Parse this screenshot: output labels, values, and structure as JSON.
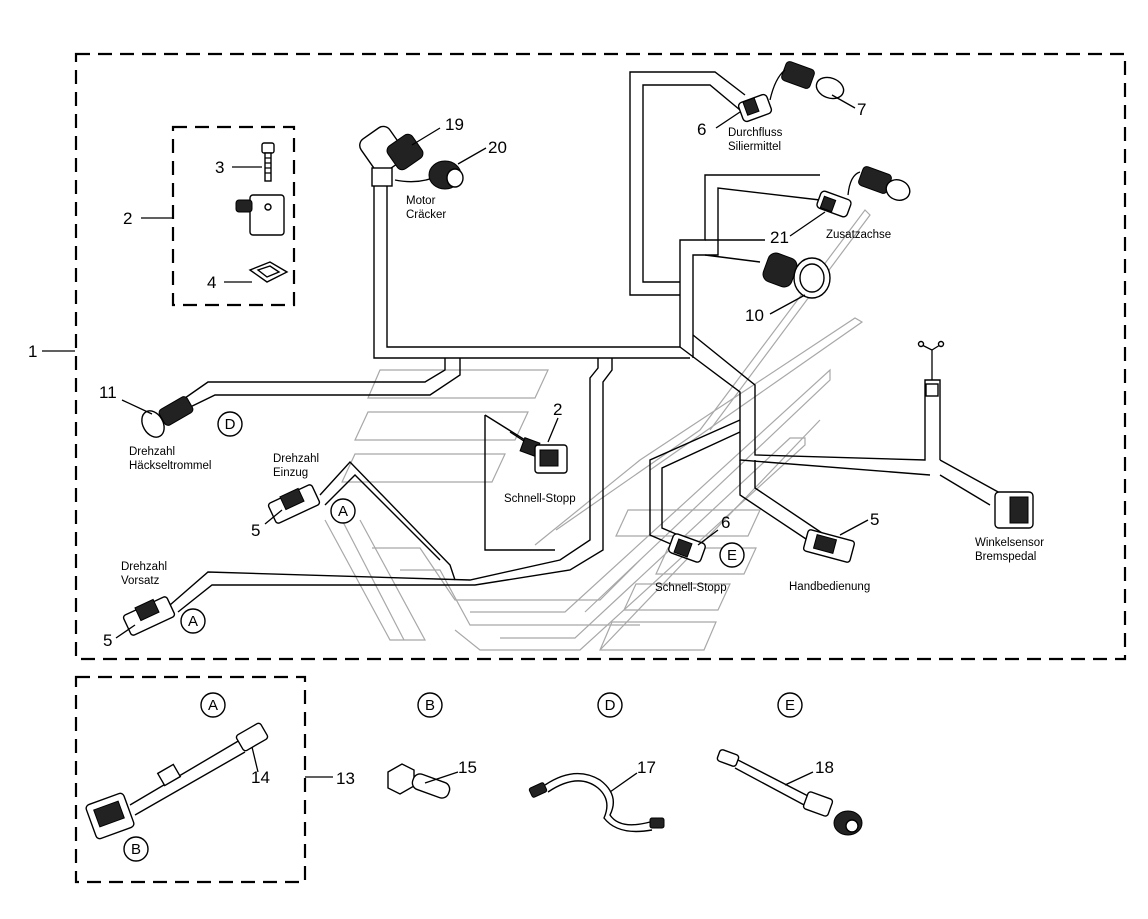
{
  "callouts": {
    "n1": "1",
    "n2": "2",
    "n2b": "2",
    "n3": "3",
    "n4": "4",
    "n5a": "5",
    "n5b": "5",
    "n5c": "5",
    "n6a": "6",
    "n6b": "6",
    "n7": "7",
    "n10": "10",
    "n11": "11",
    "n13": "13",
    "n14": "14",
    "n15": "15",
    "n17": "17",
    "n18": "18",
    "n19": "19",
    "n20": "20",
    "n21": "21"
  },
  "labels": {
    "motor_l1": "Motor",
    "motor_l2": "Cräcker",
    "durchfluss_l1": "Durchfluss",
    "durchfluss_l2": "Siliermittel",
    "zusatzachse": "Zusatzachse",
    "drehzahl_hacksel_l1": "Drehzahl",
    "drehzahl_hacksel_l2": "Häckseltrommel",
    "drehzahl_einzug_l1": "Drehzahl",
    "drehzahl_einzug_l2": "Einzug",
    "drehzahl_vorsatz_l1": "Drehzahl",
    "drehzahl_vorsatz_l2": "Vorsatz",
    "schnell_stopp_a": "Schnell-Stopp",
    "schnell_stopp_b": "Schnell-Stopp",
    "handbedienung": "Handbedienung",
    "winkelsensor_l1": "Winkelsensor",
    "winkelsensor_l2": "Bremspedal"
  },
  "markers": {
    "d_main": "D",
    "a_einzug": "A",
    "a_vorsatz": "A",
    "e_main": "E",
    "a_detail": "A",
    "b_detail": "B",
    "b_part": "B",
    "d_part": "D",
    "e_part": "E"
  }
}
